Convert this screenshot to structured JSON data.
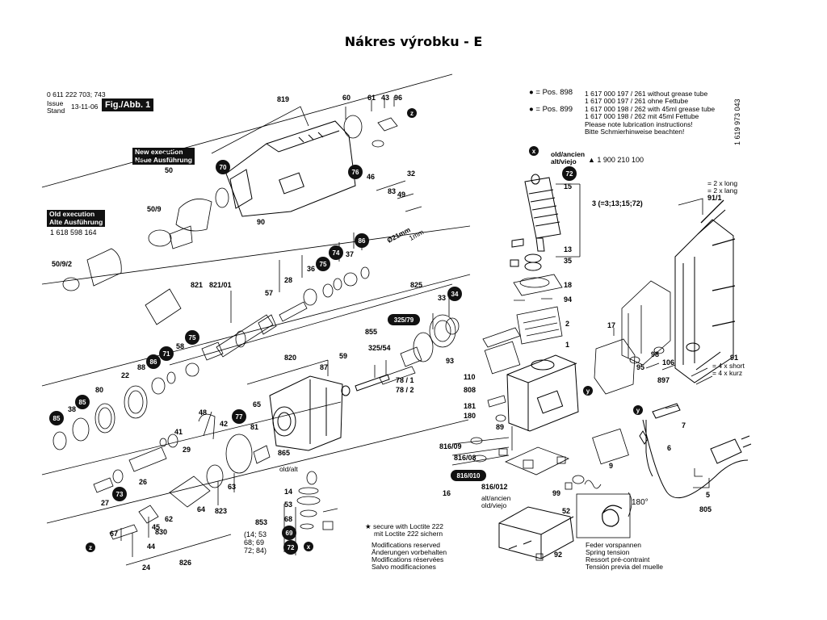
{
  "header": {
    "title": "Nákres výrobku - E"
  },
  "topleft": {
    "part_numbers": "0 611 222 703; 743",
    "issue_label1": "Issue",
    "issue_label2": "Stand",
    "issue_date": "13-11-06",
    "fig_label": "Fig./Abb. 1"
  },
  "new_execution": {
    "line1": "New execution",
    "line2": "Neue Ausführung"
  },
  "old_execution": {
    "line1": "Old execution",
    "line2": "Alte Ausführung",
    "part": "1 618 598 164"
  },
  "grease": {
    "pos898": "● = Pos.  898",
    "pos899": "● = Pos.  899",
    "l1": "1 617 000 197 / 261  without grease tube",
    "l2": "1 617 000 197 / 261  ohne Fettube",
    "l3": "1 617 000 198 / 262  with 45ml grease tube",
    "l4": "1 617 000 198 / 262  mit 45ml Fettube",
    "l5": "Please note lubrication instructions!",
    "l6": "Bitte Schmierhinweise beachten!"
  },
  "vertical_code": "1 619 973 043",
  "armature": {
    "old_label": "old/ancien",
    "alt_label": "alt/viejo",
    "part": "▲ 1 900 210 100",
    "group": "3 (=3;13;15;72)"
  },
  "screws": {
    "long1": "= 2 x long",
    "long2": "= 2 x lang",
    "short1": "= 4 x short",
    "short2": "= 4 x kurz"
  },
  "dims": {
    "d21": "Ø21mm",
    "d1": "1mm"
  },
  "notes": {
    "loctite1": "★ secure with Loctite 222",
    "loctite2": "mit Loctite 222 sichern",
    "mod1": "Modifications reserved",
    "mod2": "Änderungen vorbehalten",
    "mod3": "Modifications réservées",
    "mod4": "Salvo modificaciones",
    "spring1": "Feder vorspannen",
    "spring2": "Spring tension",
    "spring3": "Ressort pré-contraint",
    "spring4": "Tensión previa del muelle",
    "deg": "180°"
  },
  "group853": {
    "line1": "(14; 53",
    "line2": "68; 69",
    "line3": "72; 84)"
  },
  "oldalt": "old/alt",
  "oldancien": "alt/ancien",
  "oldviejo": "old/viejo",
  "labels": [
    {
      "t": "819"
    },
    {
      "t": "60"
    },
    {
      "t": "61"
    },
    {
      "t": "43"
    },
    {
      "t": "96"
    },
    {
      "t": "70"
    },
    {
      "t": "50"
    },
    {
      "t": "50/9"
    },
    {
      "t": "90"
    },
    {
      "t": "46"
    },
    {
      "t": "32"
    },
    {
      "t": "83"
    },
    {
      "t": "49"
    },
    {
      "t": "50/9/2"
    },
    {
      "t": "821"
    },
    {
      "t": "821/01"
    },
    {
      "t": "57"
    },
    {
      "t": "28"
    },
    {
      "t": "36"
    },
    {
      "t": "37"
    },
    {
      "t": "825"
    },
    {
      "t": "33"
    },
    {
      "t": "855"
    },
    {
      "t": "325/54"
    },
    {
      "t": "93"
    },
    {
      "t": "78 / 1"
    },
    {
      "t": "78 / 2"
    },
    {
      "t": "820"
    },
    {
      "t": "87"
    },
    {
      "t": "59"
    },
    {
      "t": "22"
    },
    {
      "t": "88"
    },
    {
      "t": "58"
    },
    {
      "t": "80"
    },
    {
      "t": "38"
    },
    {
      "t": "48"
    },
    {
      "t": "65"
    },
    {
      "t": "42"
    },
    {
      "t": "81"
    },
    {
      "t": "41"
    },
    {
      "t": "29"
    },
    {
      "t": "26"
    },
    {
      "t": "27"
    },
    {
      "t": "865"
    },
    {
      "t": "63"
    },
    {
      "t": "64"
    },
    {
      "t": "823"
    },
    {
      "t": "62"
    },
    {
      "t": "830"
    },
    {
      "t": "67"
    },
    {
      "t": "45"
    },
    {
      "t": "44"
    },
    {
      "t": "24"
    },
    {
      "t": "826"
    },
    {
      "t": "14"
    },
    {
      "t": "53"
    },
    {
      "t": "68"
    },
    {
      "t": "853"
    },
    {
      "t": "15"
    },
    {
      "t": "13"
    },
    {
      "t": "35"
    },
    {
      "t": "18"
    },
    {
      "t": "94"
    },
    {
      "t": "2"
    },
    {
      "t": "1"
    },
    {
      "t": "110"
    },
    {
      "t": "808"
    },
    {
      "t": "181"
    },
    {
      "t": "180"
    },
    {
      "t": "89"
    },
    {
      "t": "816/09"
    },
    {
      "t": "816/08"
    },
    {
      "t": "816/010"
    },
    {
      "t": "16"
    },
    {
      "t": "816/012"
    },
    {
      "t": "99"
    },
    {
      "t": "52"
    },
    {
      "t": "92"
    },
    {
      "t": "17"
    },
    {
      "t": "98"
    },
    {
      "t": "106"
    },
    {
      "t": "897"
    },
    {
      "t": "95"
    },
    {
      "t": "91/1"
    },
    {
      "t": "91"
    },
    {
      "t": "7"
    },
    {
      "t": "6"
    },
    {
      "t": "9"
    },
    {
      "t": "5"
    },
    {
      "t": "805"
    }
  ],
  "badges": [
    {
      "t": "70"
    },
    {
      "t": "76"
    },
    {
      "t": "86"
    },
    {
      "t": "74"
    },
    {
      "t": "75"
    },
    {
      "t": "34"
    },
    {
      "t": "325/79"
    },
    {
      "t": "75"
    },
    {
      "t": "71"
    },
    {
      "t": "86"
    },
    {
      "t": "85"
    },
    {
      "t": "85"
    },
    {
      "t": "77"
    },
    {
      "t": "73"
    },
    {
      "t": "69"
    },
    {
      "t": "72"
    },
    {
      "t": "72"
    },
    {
      "t": "816/010"
    },
    {
      "t": "z"
    },
    {
      "t": "z"
    },
    {
      "t": "x"
    },
    {
      "t": "y"
    },
    {
      "t": "y"
    },
    {
      "t": "x"
    }
  ]
}
